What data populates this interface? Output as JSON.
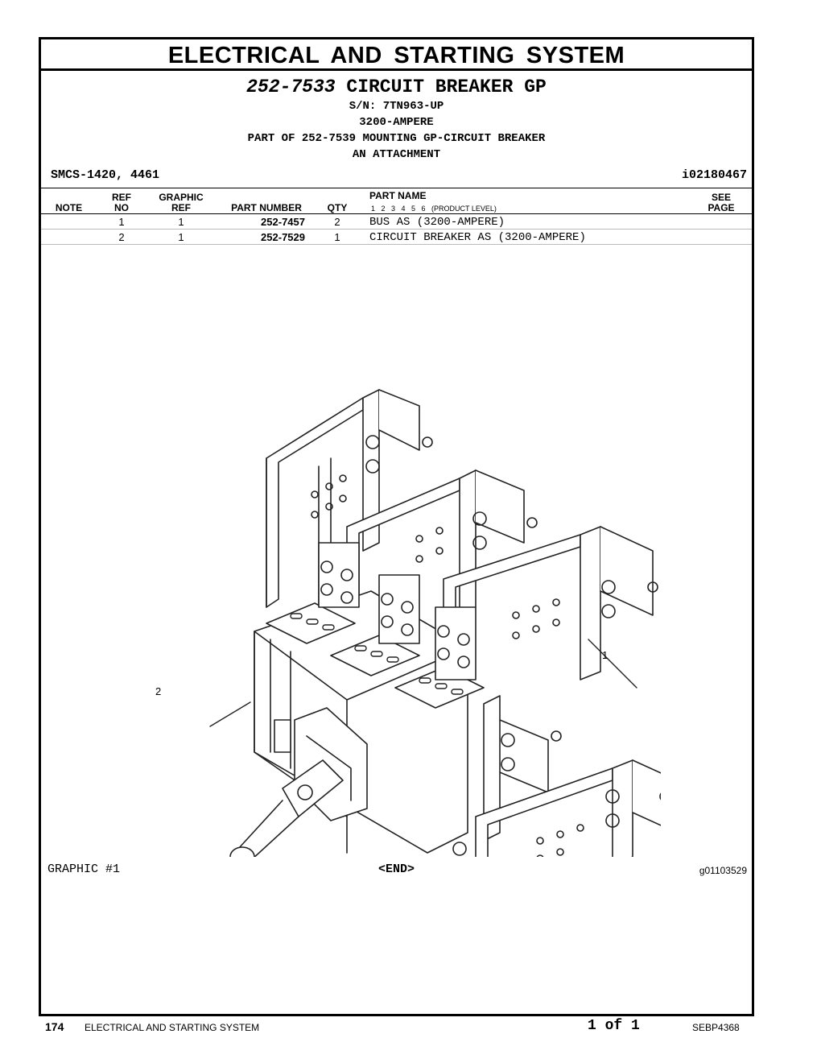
{
  "section": {
    "title": "ELECTRICAL AND STARTING SYSTEM"
  },
  "group": {
    "number": "252-7533",
    "name": "CIRCUIT BREAKER GP",
    "serial": "S/N: 7TN963-UP",
    "rating": "3200-AMPERE",
    "part_of": "PART OF 252-7539 MOUNTING GP-CIRCUIT BREAKER",
    "attachment": "AN ATTACHMENT"
  },
  "smcs": "SMCS-1420, 4461",
  "illustration_id": "i02180467",
  "table": {
    "headers": {
      "note": "NOTE",
      "ref_top": "REF",
      "ref_bottom": "NO",
      "graphic_top": "GRAPHIC",
      "graphic_bottom": "REF",
      "part_number": "PART NUMBER",
      "qty": "QTY",
      "part_name": "PART NAME",
      "levels": "1   2   3   4   5   6   (PRODUCT LEVEL)",
      "see_top": "SEE",
      "see_bottom": "PAGE"
    },
    "rows": [
      {
        "note": "",
        "ref_no": "1",
        "graphic_ref": "1",
        "part_number": "252-7457",
        "qty": "2",
        "part_name": "BUS AS (3200-AMPERE)",
        "see_page": ""
      },
      {
        "note": "",
        "ref_no": "2",
        "graphic_ref": "1",
        "part_number": "252-7529",
        "qty": "1",
        "part_name": "CIRCUIT BREAKER AS (3200-AMPERE)",
        "see_page": ""
      }
    ]
  },
  "graphic": {
    "callouts": [
      "1",
      "2"
    ],
    "label": "GRAPHIC #1",
    "end_marker": "<END>",
    "id": "g01103529"
  },
  "footer": {
    "page_number": "174",
    "section": "ELECTRICAL AND STARTING SYSTEM",
    "pager": "1 of 1",
    "document": "SEBP4368"
  }
}
